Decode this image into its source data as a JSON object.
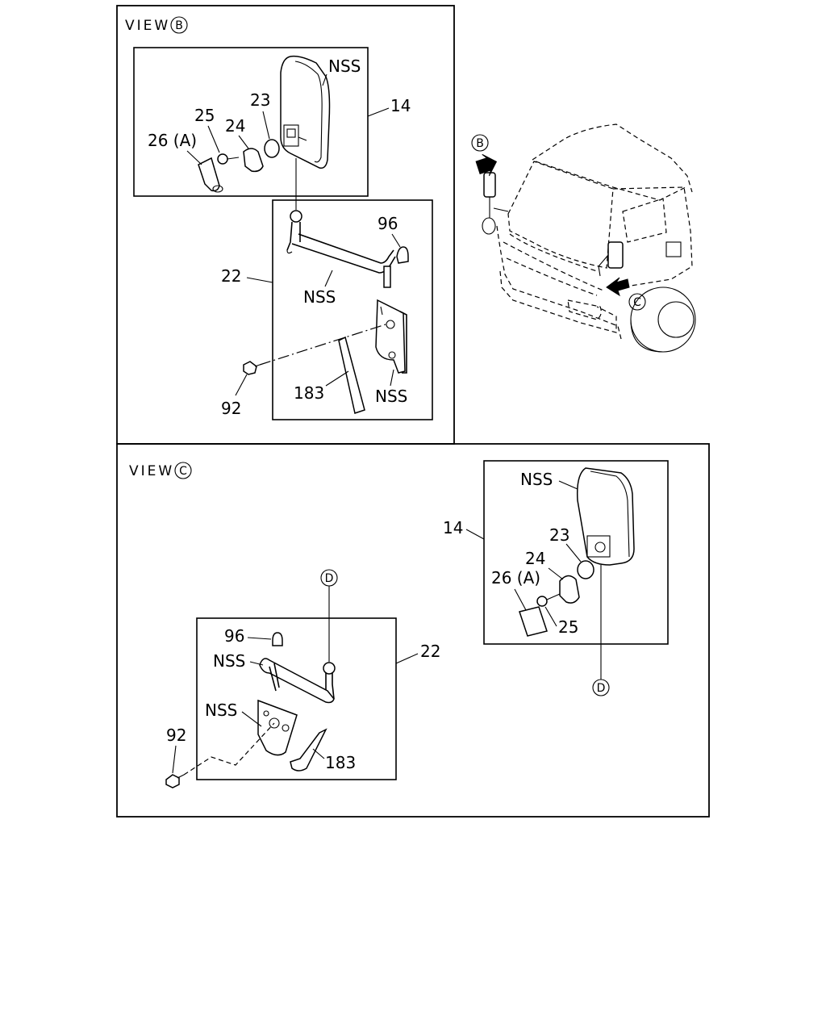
{
  "view_b": {
    "title": "VIEW",
    "title_letter": "B",
    "labels": {
      "nss_mirror": "NSS",
      "p14": "14",
      "p23": "23",
      "p25": "25",
      "p24": "24",
      "p26a": "26 (A)",
      "p96": "96",
      "p22": "22",
      "nss_arm": "NSS",
      "p92": "92",
      "p183": "183",
      "nss_bracket": "NSS"
    }
  },
  "truck": {
    "ref_b": "B",
    "ref_c": "C"
  },
  "view_c": {
    "title": "VIEW",
    "title_letter": "C",
    "labels": {
      "nss_mirror": "NSS",
      "p14": "14",
      "p23": "23",
      "p24": "24",
      "p26a": "26 (A)",
      "p25": "25",
      "ref_d_top": "D",
      "ref_d_bottom": "D",
      "p96": "96",
      "nss_arm": "NSS",
      "p22": "22",
      "nss_bracket": "NSS",
      "p92": "92",
      "p183": "183"
    }
  }
}
